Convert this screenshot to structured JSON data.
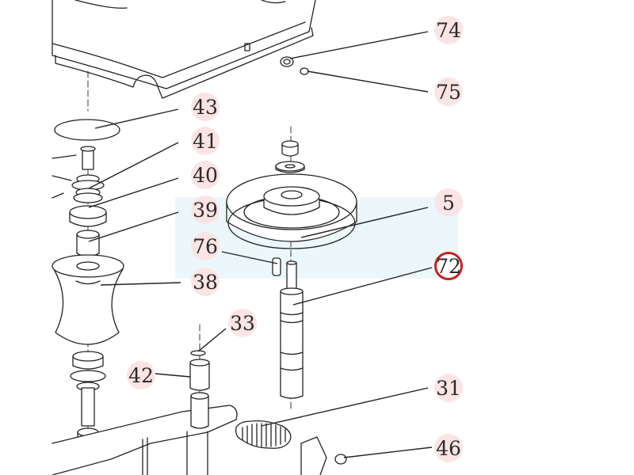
{
  "diagram": {
    "highlight_color": "#eaf6fb",
    "callout_bg": "#fbe4e4",
    "selected_color": "#c8201c",
    "selected_part": "72",
    "callouts": [
      {
        "id": "74",
        "label": "74"
      },
      {
        "id": "75",
        "label": "75"
      },
      {
        "id": "43",
        "label": "43"
      },
      {
        "id": "41",
        "label": "41"
      },
      {
        "id": "40",
        "label": "40"
      },
      {
        "id": "39",
        "label": "39"
      },
      {
        "id": "5",
        "label": "5"
      },
      {
        "id": "76",
        "label": "76"
      },
      {
        "id": "72",
        "label": "72"
      },
      {
        "id": "38",
        "label": "38"
      },
      {
        "id": "33",
        "label": "33"
      },
      {
        "id": "42",
        "label": "42"
      },
      {
        "id": "31",
        "label": "31"
      },
      {
        "id": "46",
        "label": "46"
      }
    ]
  }
}
